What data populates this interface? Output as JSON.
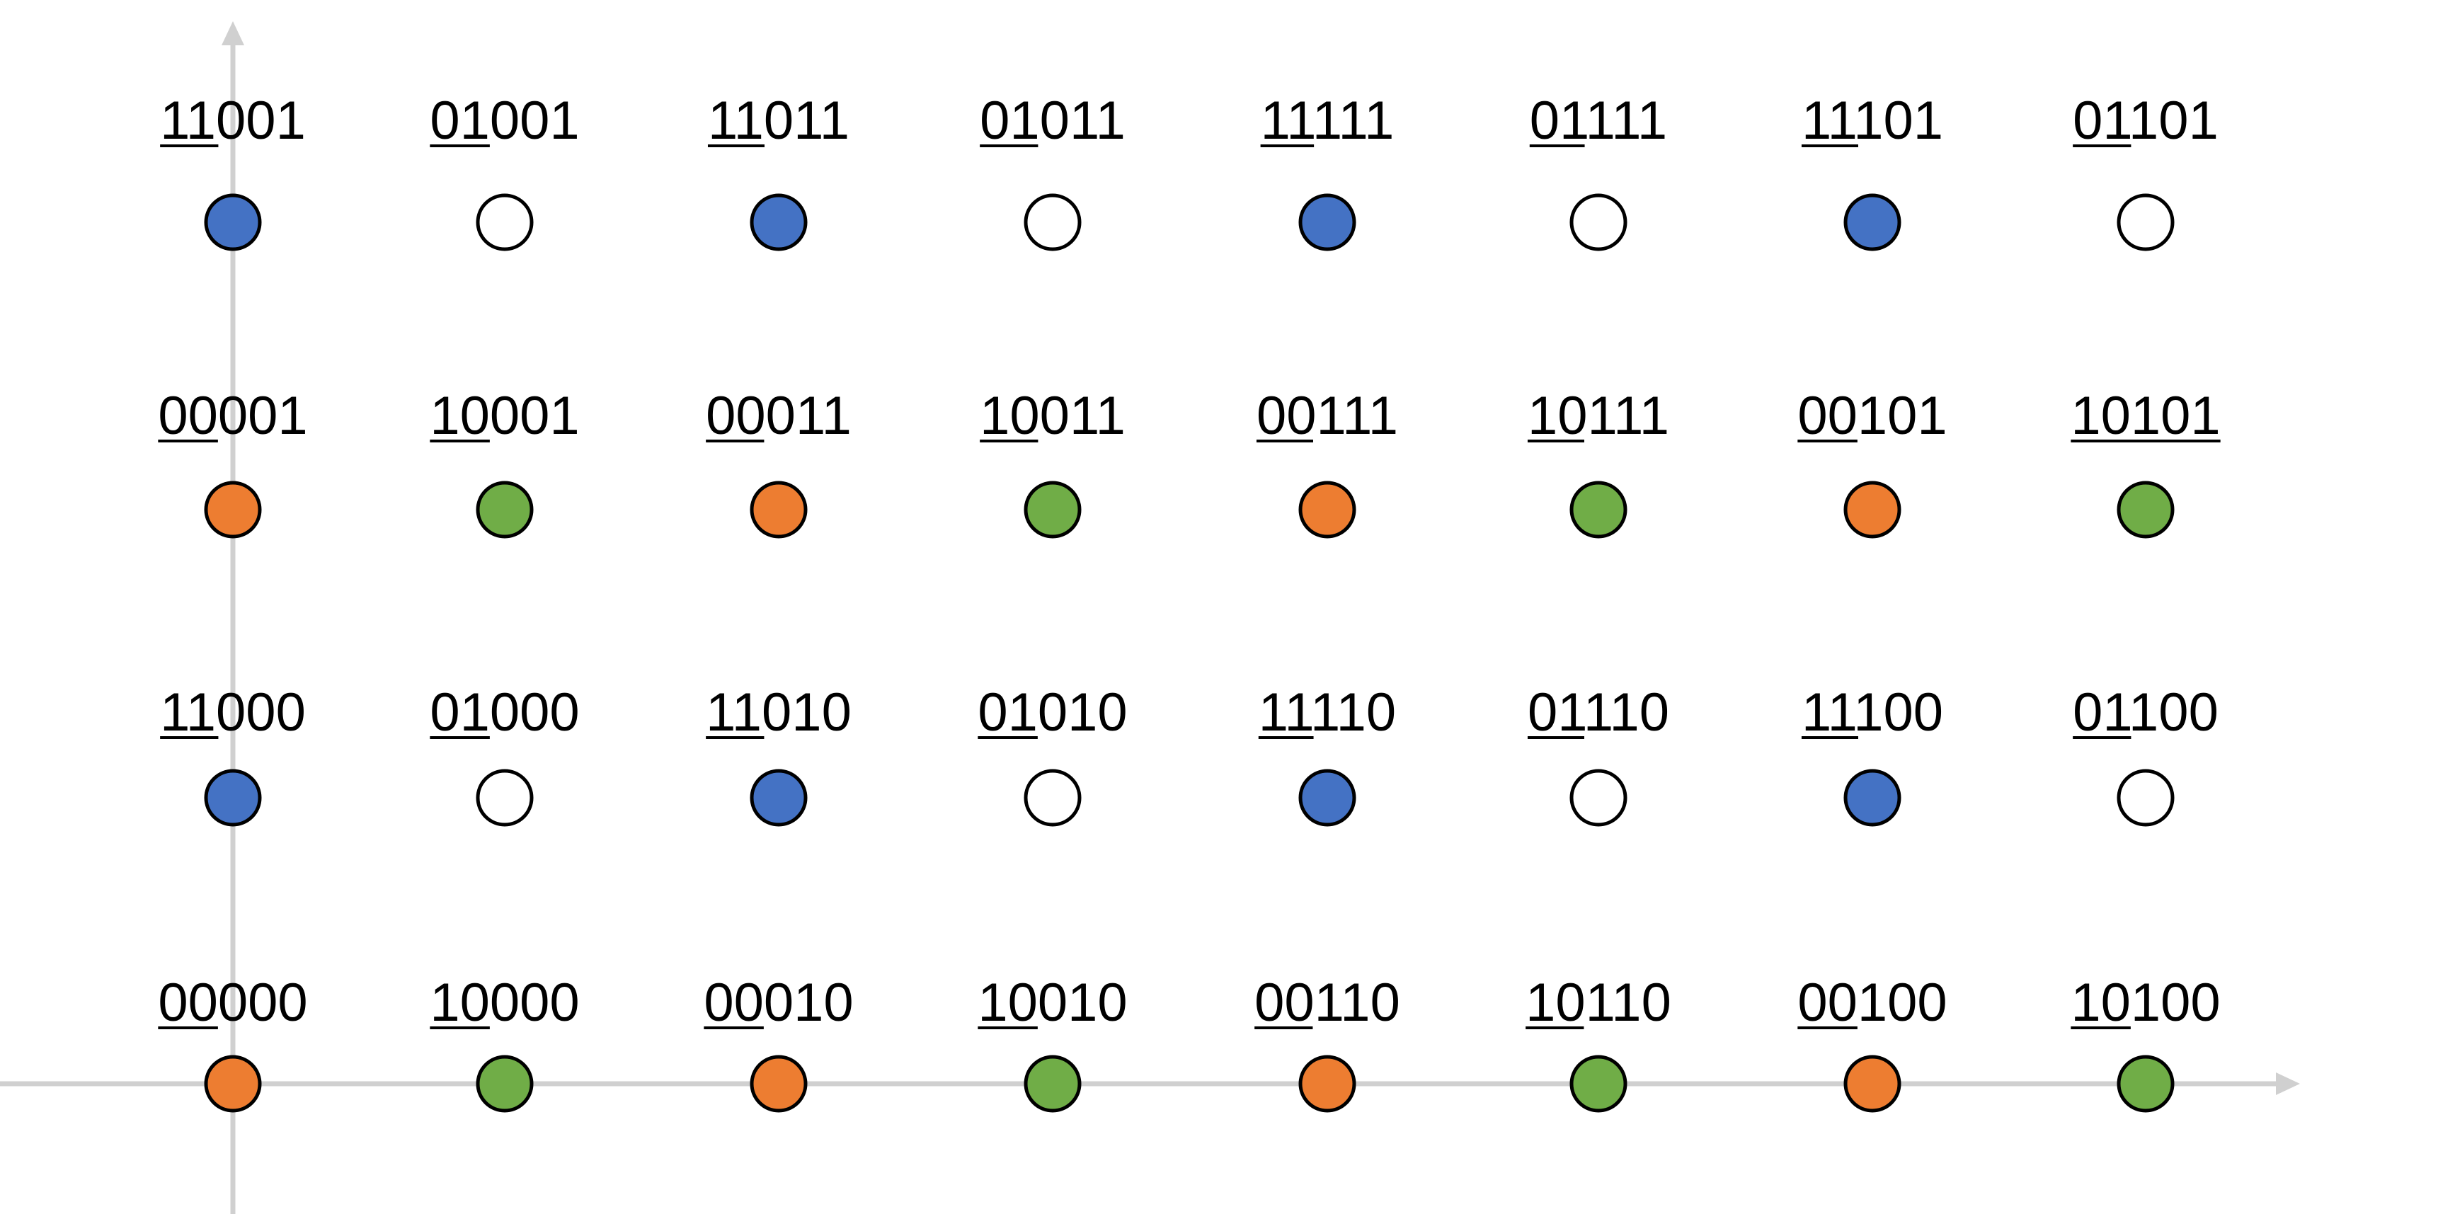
{
  "colors": {
    "axis": "#d0d0d0",
    "outline": "#000000",
    "blue": "#4472c4",
    "white": "#ffffff",
    "orange": "#ed7d31",
    "green": "#70ad47"
  },
  "legend": [],
  "rows": [
    {
      "points": [
        {
          "code": "11001",
          "underline": "11",
          "color": "blue"
        },
        {
          "code": "01001",
          "underline": "01",
          "color": "white"
        },
        {
          "code": "11011",
          "underline": "11",
          "color": "blue"
        },
        {
          "code": "01011",
          "underline": "01",
          "color": "white"
        },
        {
          "code": "11111",
          "underline": "11",
          "color": "blue"
        },
        {
          "code": "01111",
          "underline": "01",
          "color": "white"
        },
        {
          "code": "11101",
          "underline": "11",
          "color": "blue"
        },
        {
          "code": "01101",
          "underline": "01",
          "color": "white"
        }
      ]
    },
    {
      "points": [
        {
          "code": "00001",
          "underline": "00",
          "color": "orange"
        },
        {
          "code": "10001",
          "underline": "10",
          "color": "green"
        },
        {
          "code": "00011",
          "underline": "00",
          "color": "orange"
        },
        {
          "code": "10011",
          "underline": "10",
          "color": "green"
        },
        {
          "code": "00111",
          "underline": "00",
          "color": "orange"
        },
        {
          "code": "10111",
          "underline": "10",
          "color": "green"
        },
        {
          "code": "00101",
          "underline": "00",
          "color": "orange"
        },
        {
          "code": "10101",
          "underline": "10101",
          "color": "green"
        }
      ]
    },
    {
      "points": [
        {
          "code": "11000",
          "underline": "11",
          "color": "blue"
        },
        {
          "code": "01000",
          "underline": "01",
          "color": "white"
        },
        {
          "code": "11010",
          "underline": "11",
          "color": "blue"
        },
        {
          "code": "01010",
          "underline": "01",
          "color": "white"
        },
        {
          "code": "11110",
          "underline": "11",
          "color": "blue"
        },
        {
          "code": "01110",
          "underline": "01",
          "color": "white"
        },
        {
          "code": "11100",
          "underline": "11",
          "color": "blue"
        },
        {
          "code": "01100",
          "underline": "01",
          "color": "white"
        }
      ]
    },
    {
      "points": [
        {
          "code": "00000",
          "underline": "00",
          "color": "orange"
        },
        {
          "code": "10000",
          "underline": "10",
          "color": "green"
        },
        {
          "code": "00010",
          "underline": "00",
          "color": "orange"
        },
        {
          "code": "10010",
          "underline": "10",
          "color": "green"
        },
        {
          "code": "00110",
          "underline": "00",
          "color": "orange"
        },
        {
          "code": "10110",
          "underline": "10",
          "color": "green"
        },
        {
          "code": "00100",
          "underline": "00",
          "color": "orange"
        },
        {
          "code": "10100",
          "underline": "10",
          "color": "green"
        }
      ]
    }
  ]
}
